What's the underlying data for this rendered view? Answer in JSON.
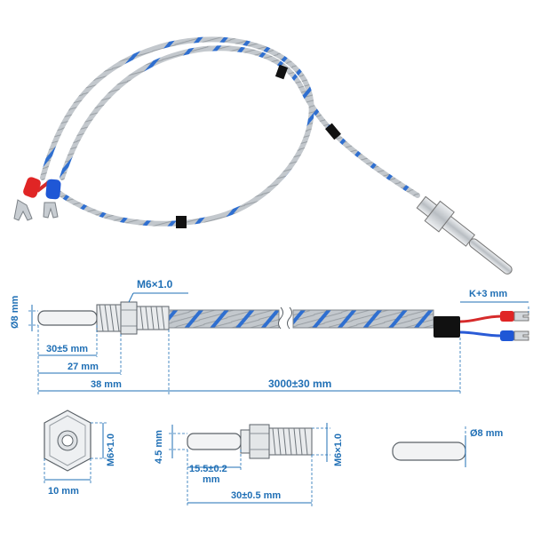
{
  "dimensions": {
    "thread": "M6×1.0",
    "dia_left": "Ø8 mm",
    "len_30": "30±5 mm",
    "len_27": "27 mm",
    "len_38": "38 mm",
    "cable_len": "3000±30 mm",
    "terminal": "K+3 mm",
    "nut_width": "10 mm",
    "nut_thread": "M6×1.0",
    "height_45": "4.5 mm",
    "len_155_a": "15.5±0.2",
    "len_155_b": "mm",
    "len_30b": "30±0.5 mm",
    "side_thread": "M6×1.0",
    "probe_dia": "Ø8 mm"
  },
  "colors": {
    "accent": "#1f6fb5",
    "cable_stripe": "#2f6fd0",
    "red_wire": "#d62b2b",
    "blue_wire": "#2a5bd6"
  }
}
